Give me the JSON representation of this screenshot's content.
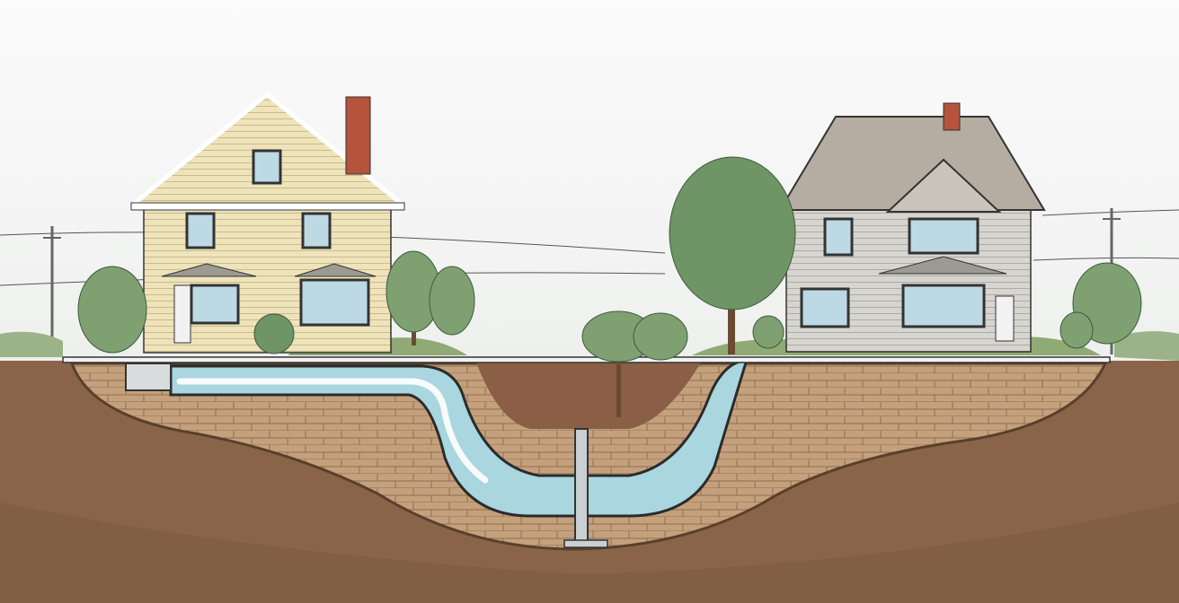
{
  "colors": {
    "sky": "#f4f5f4",
    "soil": "#8a6448",
    "soil_dark": "#6e4e38",
    "brick": "#c4a17c",
    "brick_line": "#8f6d50",
    "water": "#a9d6df",
    "water_edge": "#2b2b2b",
    "grass": "#8aa470",
    "left_house_wall": "#efe3ba",
    "left_house_trim": "#ffffff",
    "right_house_wall": "#d7d5cf",
    "right_house_roof": "#b6ada2",
    "chimney": "#b5533c",
    "tree": "#6f9466",
    "tree_trunk": "#6b4a33",
    "window": "#bcd9e4"
  },
  "icons": [
    "house-left",
    "house-right",
    "tree",
    "utility-pole",
    "water-pipe",
    "water-channel"
  ]
}
